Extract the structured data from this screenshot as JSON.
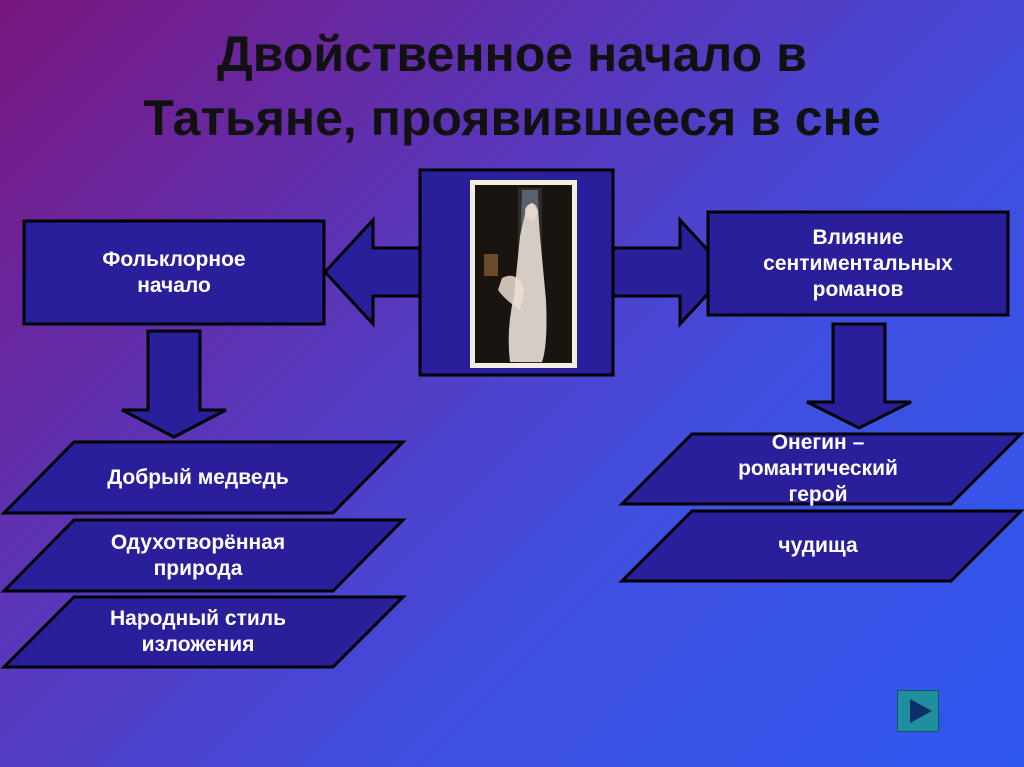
{
  "title": "Двойственное начало в\nТатьяне, проявившееся в сне",
  "center": {
    "image_description": "painting-of-woman-in-white-dress"
  },
  "left_box": {
    "label": "Фольклорное\nначало"
  },
  "right_box": {
    "label": "Влияние\nсентиментальных\nроманов"
  },
  "left_items": [
    {
      "label": "Добрый медведь"
    },
    {
      "label": "Одухотворённая\nприрода"
    },
    {
      "label": "Народный стиль\nизложения"
    }
  ],
  "right_items": [
    {
      "label": "Онегин –\nромантический\nгерой"
    },
    {
      "label": "чудища"
    }
  ],
  "colors": {
    "box_fill": "#2a1f9a",
    "outline": "#000000",
    "text": "#ffffff",
    "nav_button": "#1f8f9e"
  },
  "nav": {
    "icon": "play-arrow-icon"
  }
}
